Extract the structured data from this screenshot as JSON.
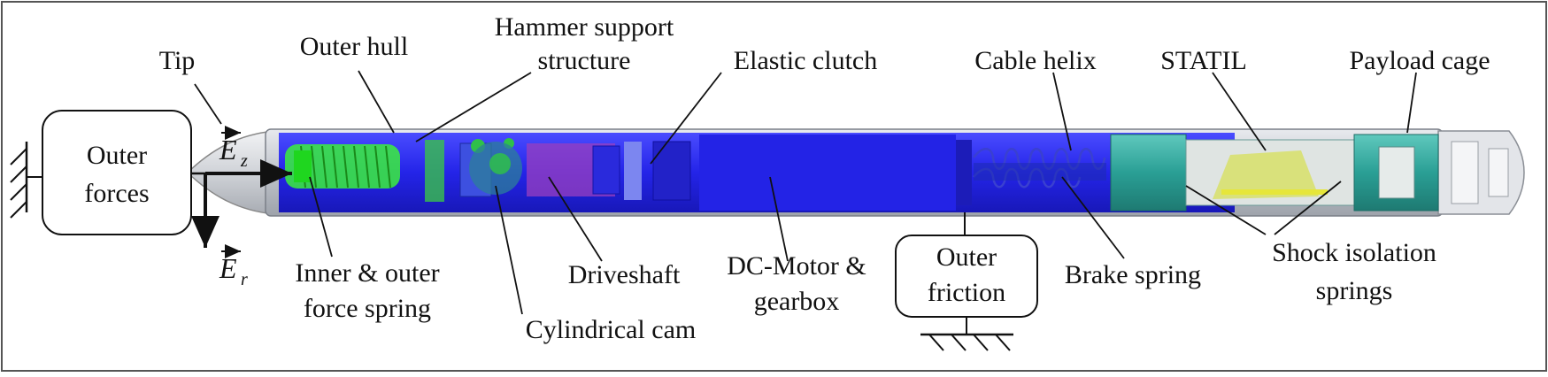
{
  "labels": {
    "tip": "Tip",
    "outer_hull": "Outer hull",
    "hammer_support_1": "Hammer support",
    "hammer_support_2": "structure",
    "elastic_clutch": "Elastic clutch",
    "cable_helix": "Cable helix",
    "statil": "STATIL",
    "payload_cage": "Payload cage",
    "outer_forces_1": "Outer",
    "outer_forces_2": "forces",
    "ez_symbol": "E",
    "ez_sub": "z",
    "er_symbol": "E",
    "er_sub": "r",
    "inner_outer_1": "Inner & outer",
    "inner_outer_2": "force spring",
    "cylindrical_cam": "Cylindrical cam",
    "driveshaft": "Driveshaft",
    "dc_motor_1": "DC-Motor &",
    "dc_motor_2": "gearbox",
    "outer_friction_1": "Outer",
    "outer_friction_2": "friction",
    "brake_spring": "Brake spring",
    "shock_1": "Shock isolation",
    "shock_2": "springs"
  },
  "colors": {
    "motor_blue": "#2a2af0",
    "hull_grey": "#c9cdd3",
    "spring_green": "#3cf03c",
    "teal": "#2aa39a",
    "statil_yellow": "#d8e070",
    "cam_magenta": "#9a3fbf"
  }
}
